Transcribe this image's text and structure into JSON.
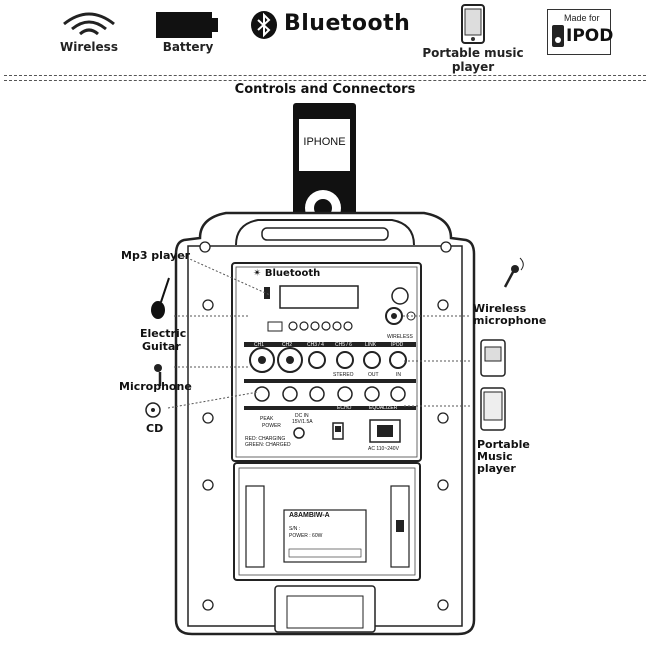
{
  "features": {
    "wireless": "Wireless",
    "battery": "Battery",
    "bluetooth": "Bluetooth",
    "portable_player_line1": "Portable music",
    "portable_player_line2": "player",
    "ipod_small": "Made for",
    "ipod_big": "IPOD"
  },
  "section_title": "Controls and Connectors",
  "dock": {
    "device_label": "IPHONE"
  },
  "left_labels": {
    "mp3": "Mp3 player",
    "guitar_line1": "Electric",
    "guitar_line2": "Guitar",
    "microphone": "Microphone",
    "cd": "CD"
  },
  "right_labels": {
    "wireless_mic_line1": "Wireless",
    "wireless_mic_line2": "microphone",
    "portable_line1": "Portable",
    "portable_line2": "Music",
    "portable_line3": "player"
  },
  "panel": {
    "brand": "Bluetooth",
    "ch1": "CH1",
    "ch2": "CH2",
    "ch3": "CH3 / 4",
    "ch5": "CH5 / 6",
    "link": "LINK",
    "ipod": "IPOD",
    "stereo": "STEREO",
    "out": "OUT",
    "in": "IN",
    "echo": "ECHO",
    "equalizer": "EQUALIZER",
    "wireless": "WIRELESS",
    "power": "POWER",
    "peak": "PEAK",
    "dc_in": "DC IN",
    "dc_rating": "15V/1.5A",
    "charging": "RED: CHARGING",
    "charged": "GREEN: CHARGED",
    "ac": "AC 110~240V"
  },
  "label_plate": {
    "model": "A8AMBIW-A",
    "sn": "S/N :",
    "power": "POWER : 60W"
  }
}
